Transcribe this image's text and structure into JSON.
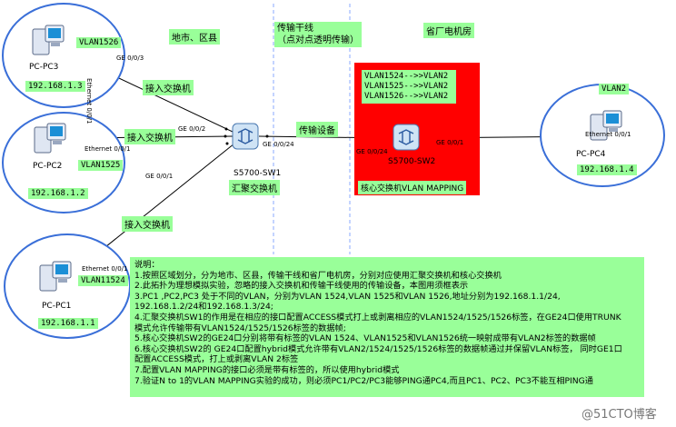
{
  "zones": {
    "city": "地市、区县",
    "trunk_line1": "传输干线",
    "trunk_line2": "（点对点透明传输）",
    "province": "省厂电机房"
  },
  "pcs": {
    "pc3": {
      "name": "PC-PC3",
      "vlan": "VLAN1526",
      "ip": "192.168.1.3",
      "port": "Ethernet 0/0/1"
    },
    "pc2": {
      "name": "PC-PC2",
      "vlan": "VLAN1525",
      "ip": "192.168.1.2",
      "port": "Ethernet 0/0/1"
    },
    "pc1": {
      "name": "PC-PC1",
      "vlan": "VLAN11524",
      "ip": "192.168.1.1",
      "port": "Ethernet 0/0/1"
    },
    "pc4": {
      "name": "PC-PC4",
      "vlan": "VLAN2",
      "ip": "192.168.1.4",
      "port": "Ethernet 0/0/1"
    }
  },
  "access_switch_label": "接入交换机",
  "transmission_label": "传输设备",
  "sw1": {
    "name": "S5700-SW1",
    "role": "汇聚交换机"
  },
  "sw2": {
    "name": "S5700-SW2",
    "role": "核心交换机VLAN MAPPING"
  },
  "ports": {
    "ge003": "GE 0/0/3",
    "ge002": "GE 0/0/2",
    "ge001": "GE 0/0/1",
    "ge0024_a": "GE 0/0/24",
    "ge0024_b": "GE 0/0/24",
    "ge001_b": "GE 0/0/1"
  },
  "mapping": [
    "VLAN1524-->>VLAN2",
    "VLAN1525-->>VLAN2",
    "VLAN1526-->>VLAN2"
  ],
  "notes": [
    "说明：",
    "1.按照区域划分，分为地市、区县，传输干线和省厂电机房，分别对应使用汇聚交换机和核心交换机",
    "2.此拓扑为理想模拟实验，忽略的接入交换机和传输干线使用的传输设备，本图用须框表示",
    "3.PC1 ,PC2,PC3 处于不同的VLAN，分别为VLAN 1524,VLAN 1525和VLAN 1526,地址分别为192.168.1.1/24,",
    "192.168.1.2/24和192.168.1.3/24;",
    "4.汇聚交换机SW1的作用是在相应的接口配置ACCESS模式打上或剥离相应的VLAN1524/1525/1526标签，在GE24口使用TRUNK",
    "模式允许传输带有VLAN1524/1525/1526标签的数据帧;",
    "5.核心交换机SW2的GE24口分别将带有标签的VLAN 1524、VLAN1525和VLAN1526统一映射成带有VLAN2标签的数据帧",
    "6.核心交换机SW2的 GE24口配置hybrid模式允许带有VLAN2/1524/1525/1526标签的数据帧通过并保留VLAN标签， 同时GE1口",
    "配置ACCESS模式，打上或剥离VLAN 2标签",
    "7.配置VLAN MAPPING的接口必须是带有标签的，所以使用hybrid模式",
    "7.验证N to 1的VLAN MAPPING实验的成功，则必须PC1/PC2/PC3能够PING通PC4,而且PC1、PC2、PC3不能互相PING通"
  ],
  "watermark": "@51CTO博客",
  "colors": {
    "core_zone": "#ff0000",
    "note_green": "#99ff99",
    "pc_circle_border": "#3a6fd8",
    "zone_divider": "#88aaff"
  }
}
